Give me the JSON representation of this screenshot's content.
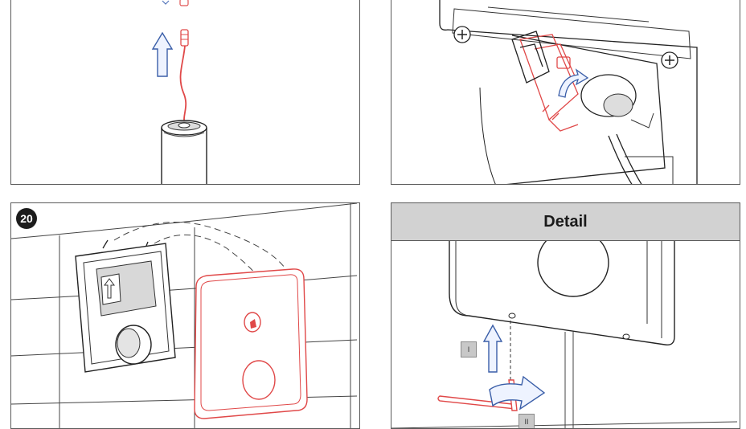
{
  "step_number": "20",
  "detail_panel": {
    "title": "Detail"
  },
  "callouts": {
    "first": "I",
    "second": "II"
  }
}
